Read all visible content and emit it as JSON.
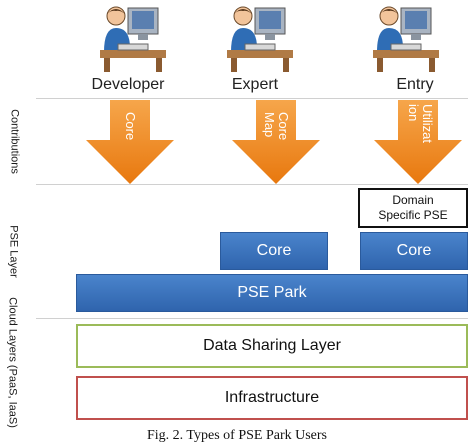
{
  "users": [
    {
      "label": "Developer"
    },
    {
      "label": "Expert"
    },
    {
      "label": "Entry"
    }
  ],
  "side_labels": {
    "contributions": "Contributions",
    "pse_layer": "PSE Layer",
    "cloud_layers": "Cloud Layers (PaaS, IaaS)"
  },
  "arrows": [
    {
      "lines": [
        "Core"
      ]
    },
    {
      "lines": [
        "Core",
        "Map"
      ]
    },
    {
      "lines": [
        "Utilizat",
        "ion"
      ]
    }
  ],
  "pse": {
    "domain_box": [
      "Domain",
      "Specific PSE"
    ],
    "core_middle": "Core",
    "core_right": "Core",
    "park": "PSE Park"
  },
  "cloud": {
    "data_sharing": "Data Sharing Layer",
    "infrastructure": "Infrastructure"
  },
  "colors": {
    "arrow_orange": "#f08a1c",
    "pse_blue": "#3a72bd",
    "data_sharing_border": "#9bbb59",
    "infrastructure_border": "#c0504d"
  },
  "caption": "Fig. 2. Types of PSE Park Users"
}
